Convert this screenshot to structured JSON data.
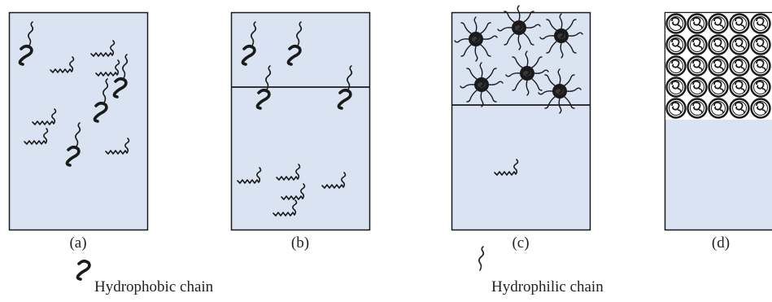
{
  "panels": [
    {
      "label": "(a)"
    },
    {
      "label": "(b)"
    },
    {
      "label": "(c)"
    },
    {
      "label": "(d)"
    }
  ],
  "legend": {
    "hydrophobic_label": "Hydrophobic chain",
    "hydrophilic_label": "Hydrophilic chain"
  },
  "colors": {
    "liquid": "#d9e3f1",
    "border": "#1a1a1a",
    "chain": "#1a1a1a"
  }
}
